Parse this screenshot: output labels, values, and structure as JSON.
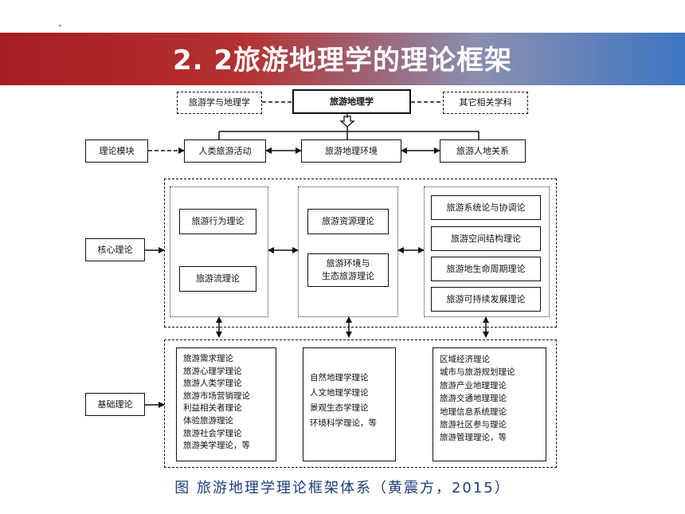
{
  "title": "2. 2旅游地理学的理论框架",
  "top_row": {
    "left": "旅游学与地理学",
    "center": "旅游地理学",
    "right": "其它相关学科"
  },
  "row_labels": {
    "module": "理论模块",
    "core": "核心理论",
    "base": "基础理论"
  },
  "modules": [
    "人类旅游活动",
    "旅游地理环境",
    "旅游人地关系"
  ],
  "core": {
    "left": [
      "旅游行为理论",
      "旅游流理论"
    ],
    "middle": [
      "旅游资源理论",
      "旅游环境与\n生态旅游理论"
    ],
    "right": [
      "旅游系统论与协调论",
      "旅游空间结构理论",
      "旅游地生命周期理论",
      "旅游可持续发展理论"
    ]
  },
  "base": {
    "left": [
      "旅游需求理论",
      "旅游心理学理论",
      "旅游人类学理论",
      "旅游市场营销理论",
      "利益相关者理论",
      "体验旅游理论",
      "旅游社会学理论",
      "旅游美学理论，等"
    ],
    "middle": [
      "自然地理学理论",
      "人文地理学理论",
      "景观生态学理论",
      "环境科学理论，等"
    ],
    "right": [
      "区域经济理论",
      "城市与旅游规划理论",
      "旅游产业地理理论",
      "旅游交通地理理论",
      "地理信息系统理论",
      "旅游社区参与理论",
      "旅游管理理论，等"
    ]
  },
  "caption": "图 旅游地理学理论框架体系（黄震方，2015）",
  "colors": {
    "banner_left": "#a51e22",
    "banner_right": "#3e76c2",
    "caption": "#1e3d7a"
  }
}
